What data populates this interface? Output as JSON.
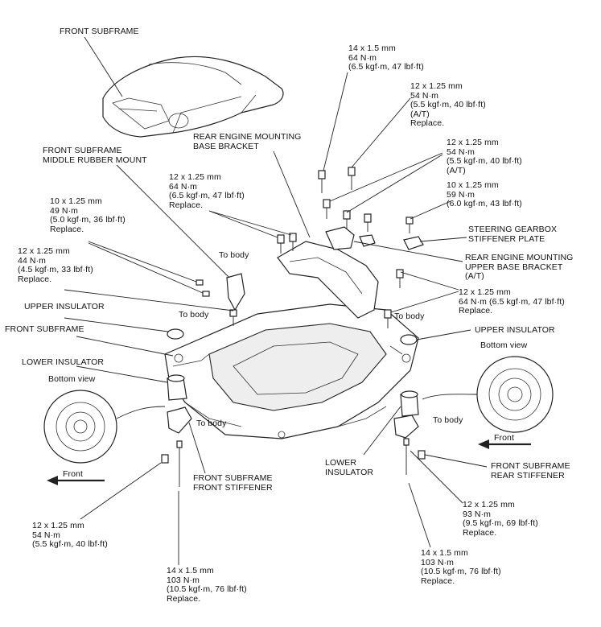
{
  "labels": {
    "front_subframe_top": "FRONT SUBFRAME",
    "bolt_14x15_top": "14 x 1.5 mm\n64 N·m\n(6.5 kgf·m, 47 lbf·ft)",
    "bolt_12x125_54_at": "12 x 1.25 mm\n54 N·m\n(5.5 kgf·m, 40 lbf·ft)\n(A/T)\nReplace.",
    "rear_engine_mounting_base_bracket": "REAR ENGINE MOUNTING\nBASE BRACKET",
    "bolt_12x125_54_at2": "12 x 1.25 mm\n54 N·m\n(5.5 kgf·m, 40 lbf·ft)\n(A/T)",
    "front_subframe_middle_rubber_mount": "FRONT SUBFRAME\nMIDDLE RUBBER MOUNT",
    "bolt_12x125_64_replace": "12 x 1.25 mm\n64 N·m\n(6.5 kgf·m, 47 lbf·ft)\nReplace.",
    "bolt_10x125_59": "10 x 1.25 mm\n59 N·m\n(6.0 kgf·m, 43 lbf·ft)",
    "bolt_10x125_49": "10 x 1.25 mm\n49 N·m\n(5.0 kgf·m, 36 lbf·ft)\nReplace.",
    "steering_gearbox_stiffener_plate": "STEERING GEARBOX\nSTIFFENER PLATE",
    "bolt_12x125_44": "12 x 1.25 mm\n44 N·m\n(4.5 kgf·m, 33 lbf·ft)\nReplace.",
    "to_body_1": "To body",
    "rear_engine_mounting_upper_base_bracket": "REAR ENGINE MOUNTING\nUPPER BASE BRACKET\n(A/T)",
    "bolt_12x125_64_right": "12 x 1.25 mm\n64 N·m (6.5 kgf·m, 47 lbf·ft)\nReplace.",
    "upper_insulator_left": "UPPER INSULATOR",
    "to_body_2": "To body",
    "to_body_3": "To body",
    "front_subframe_left": "FRONT SUBFRAME",
    "upper_insulator_right": "UPPER INSULATOR",
    "bottom_view_right": "Bottom view",
    "lower_insulator_left": "LOWER INSULATOR",
    "bottom_view_left": "Bottom view",
    "to_body_4": "To body",
    "to_body_5": "To body",
    "front_right": "Front",
    "front_left": "Front",
    "lower_insulator_right": "LOWER\nINSULATOR",
    "front_subframe_rear_stiffener": "FRONT SUBFRAME\nREAR STIFFENER",
    "front_subframe_front_stiffener": "FRONT SUBFRAME\nFRONT STIFFENER",
    "bolt_12x125_93": "12 x 1.25 mm\n93 N·m\n(9.5 kgf·m, 69 lbf·ft)\nReplace.",
    "bolt_12x125_54_bottom": "12 x 1.25 mm\n54 N·m\n(5.5 kgf·m, 40 lbf·ft)",
    "bolt_14x15_103_right": "14 x 1.5 mm\n103 N·m\n(10.5 kgf·m, 76 lbf·ft)\nReplace.",
    "bolt_14x15_103_left": "14 x 1.5 mm\n103 N·m\n(10.5 kgf·m, 76 lbf·ft)\nReplace."
  }
}
